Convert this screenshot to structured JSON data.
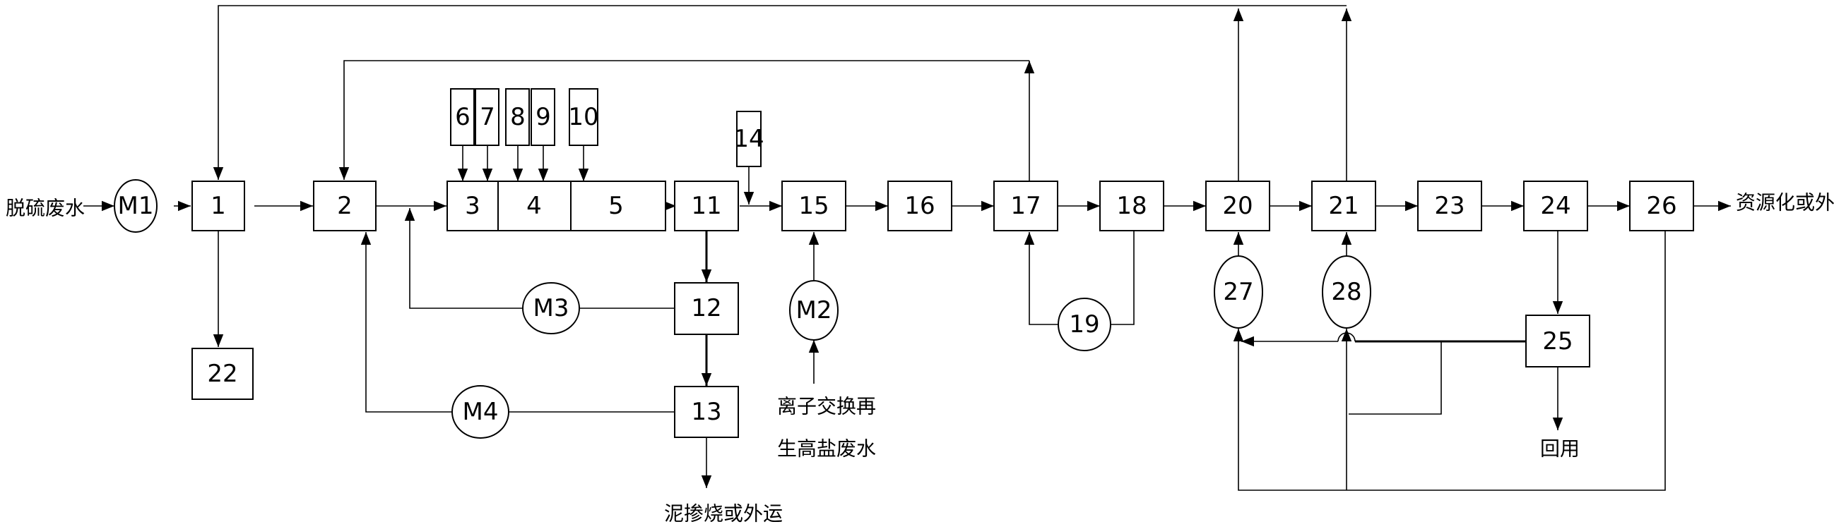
{
  "boxes": {
    "b1": "1",
    "b2": "2",
    "b3": "3",
    "b4": "4",
    "b5": "5",
    "b6": "6",
    "b7": "7",
    "b8": "8",
    "b9": "9",
    "b10": "10",
    "b11": "11",
    "b12": "12",
    "b13": "13",
    "b14": "14",
    "b15": "15",
    "b16": "16",
    "b17": "17",
    "b18": "18",
    "b20": "20",
    "b21": "21",
    "b22": "22",
    "b23": "23",
    "b24": "24",
    "b25": "25",
    "b26": "26"
  },
  "circles": {
    "m1": "M1",
    "m2": "M2",
    "m3": "M3",
    "m4": "M4",
    "c19": "19",
    "c27": "27",
    "c28": "28"
  },
  "labels": {
    "inlet": "脱硫废水",
    "outlet": "资源化或外售",
    "sludge": "泥掺烧或外运",
    "ion_exchange_line1": "离子交换再",
    "ion_exchange_line2": "生高盐废水",
    "reuse": "回用"
  }
}
